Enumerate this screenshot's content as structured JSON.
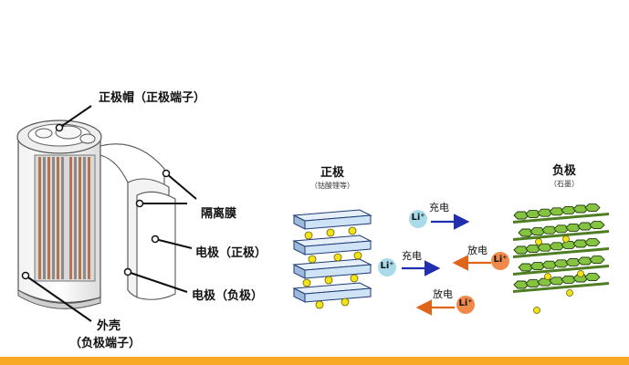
{
  "labels": {
    "cap": "正极帽（正极端子）",
    "separator": "隔离膜",
    "electrode_pos": "电极（正极）",
    "electrode_neg": "电极（负极）",
    "shell": "外壳",
    "shell_sub": "（负极端子）"
  },
  "positive": {
    "title": "正极",
    "subtitle": "（钴酸锂等）"
  },
  "negative": {
    "title": "负极",
    "subtitle": "（石墨）"
  },
  "process": {
    "charge_1": "充电",
    "charge_2": "充电",
    "discharge_1": "放电",
    "discharge_2": "放电",
    "ion": "Li⁺"
  },
  "colors": {
    "charge_arrow": "#1f2fb0",
    "discharge_arrow": "#e0641a",
    "ion_charge": "#a9dce8",
    "ion_discharge": "#f08a4b",
    "plate": "#cfe3f7",
    "graphite": "#86c341",
    "accent_bar": "#f7a825"
  }
}
